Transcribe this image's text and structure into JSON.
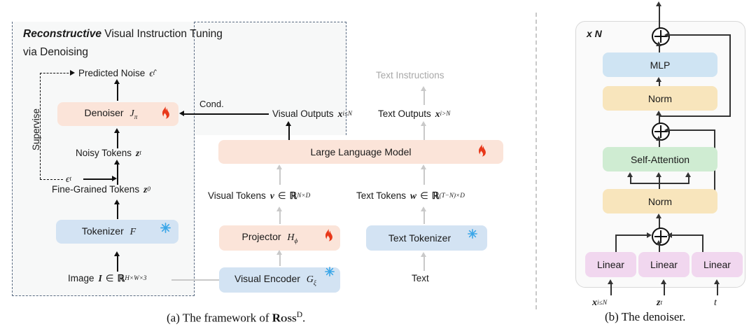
{
  "figure": {
    "caption_a_prefix": "(a) The framework of ",
    "caption_a_name": "Ross",
    "caption_a_sup": "D",
    "caption_a_suffix": ".",
    "caption_b": "(b) The denoiser."
  },
  "panel_a": {
    "title_line1_bold": "Reconstructive",
    "title_line1_rest": " Visual Instruction Tuning",
    "title_line2": "via Denoising",
    "supervise_label": "Supervise",
    "nodes": {
      "predicted_noise": "Predicted Noise",
      "predicted_noise_sym": "ϵ̂",
      "predicted_noise_sub": "t",
      "denoiser": "Denoiser",
      "denoiser_sym": "J",
      "denoiser_sub": "π",
      "cond_label": "Cond.",
      "visual_outputs": "Visual Outputs",
      "visual_outputs_sym": "x",
      "visual_outputs_sub": "i≤N",
      "noisy_tokens": "Noisy Tokens",
      "noisy_tokens_sym": "z",
      "noisy_tokens_sub": "t",
      "epsilon_t_sym": "ϵ",
      "epsilon_t_sub": "t",
      "fine_grained_tokens": "Fine-Grained Tokens",
      "fine_grained_sym": "z",
      "fine_grained_sub": "0",
      "tokenizer": "Tokenizer",
      "tokenizer_sym": "F",
      "image": "Image",
      "image_sym": "I",
      "image_space": "ℝ",
      "image_dims": "H×W×3",
      "text_instructions": "Text Instructions",
      "text_outputs": "Text Outputs",
      "text_outputs_sym": "x",
      "text_outputs_sub": "i>N",
      "llm": "Large Language Model",
      "visual_tokens": "Visual Tokens",
      "visual_tokens_sym": "v",
      "visual_tokens_space": "ℝ",
      "visual_tokens_dims": "N×D",
      "text_tokens": "Text Tokens",
      "text_tokens_sym": "w",
      "text_tokens_space": "ℝ",
      "text_tokens_dims": "(T−N)×D",
      "projector": "Projector",
      "projector_sym": "H",
      "projector_sub": "ϕ",
      "text_tokenizer": "Text Tokenizer",
      "visual_encoder": "Visual Encoder",
      "visual_encoder_sym": "G",
      "visual_encoder_sub": "ξ",
      "text": "Text",
      "in_symbol": "∈"
    },
    "status_icons": {
      "trainable": "fire-icon",
      "frozen": "snowflake-icon"
    }
  },
  "panel_b": {
    "repeat_label": "x N",
    "blocks": {
      "mlp": "MLP",
      "norm_top": "Norm",
      "self_attention": "Self-Attention",
      "norm_bottom": "Norm",
      "linear_1": "Linear",
      "linear_2": "Linear",
      "linear_3": "Linear"
    },
    "inputs": {
      "x_sym": "x",
      "x_sub": "i≤N",
      "z_sym": "z",
      "z_sub": "t",
      "t_sym": "t"
    },
    "operator": "⊕"
  },
  "colors": {
    "peach": "#fbe4d9",
    "blue": "#d3e3f3",
    "yellow": "#f8e5bc",
    "green": "#cfecd2",
    "pink": "#f1d7ef",
    "dashed_frame": "#5a6b82",
    "fire": "#e8381a",
    "snowflake": "#3aa6e8",
    "grey_text": "#a8a8a8"
  }
}
